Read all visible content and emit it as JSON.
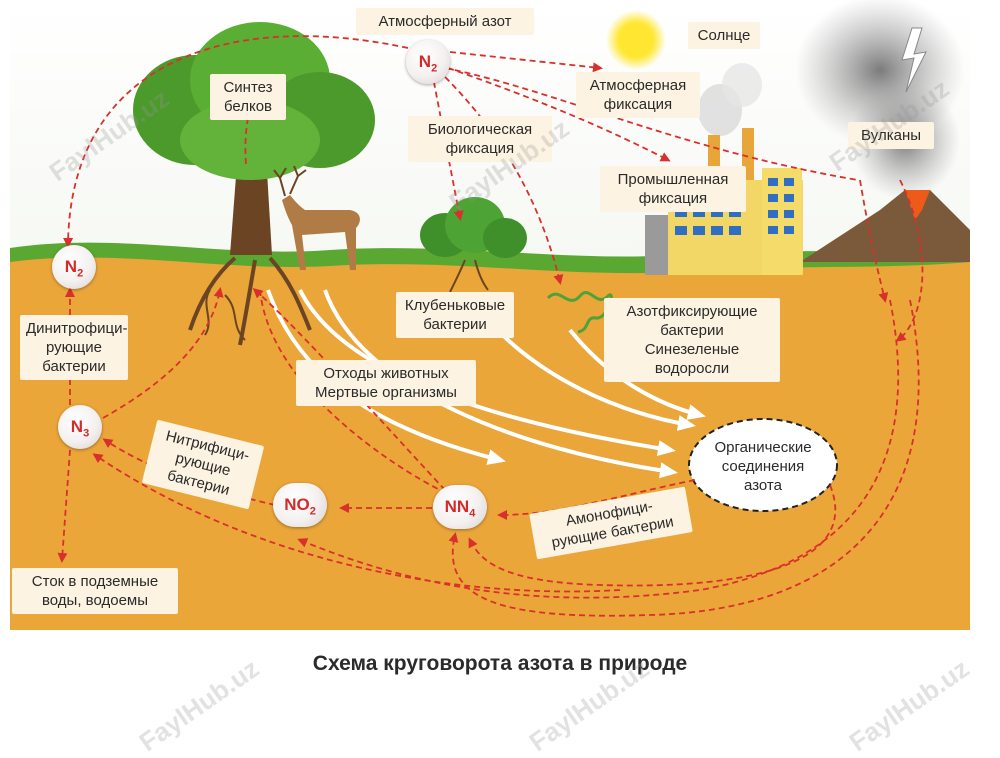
{
  "diagram": {
    "labels": {
      "atmospheric_nitrogen": "Атмосферный азот",
      "sun": "Солнце",
      "protein_synthesis": "Синтез\nбелков",
      "biological_fixation": "Биологическая\nфиксация",
      "atmospheric_fixation": "Атмосферная\nфиксация",
      "industrial_fixation": "Промышленная\nфиксация",
      "volcanoes": "Вулканы",
      "denitrifying_bacteria": "Динитрофици-\nрующие\nбактерии",
      "nodule_bacteria": "Клубеньковые\nбактерии",
      "nitrogen_fixing_bacteria": "Азотфиксирующие\nбактерии\nСинезеленые\nводоросли",
      "animal_waste": "Отходы животных\nМертвые организмы",
      "organic_compounds": "Органические\nсоединения\nазота",
      "nitrifying_bacteria": "Нитрифици-\nрующие\nбактерии",
      "ammonifying_bacteria": "Амонофици-\nрующие бактерии",
      "runoff": "Сток в подземные\nводы, водоемы"
    },
    "nodes": {
      "n2_top": {
        "main": "N",
        "sub": "2"
      },
      "n2_left": {
        "main": "N",
        "sub": "2"
      },
      "n3": {
        "main": "N",
        "sub": "3"
      },
      "no2": {
        "main": "NO",
        "sub": "2"
      },
      "nn4": {
        "main": "NN",
        "sub": "4"
      }
    },
    "caption": "Схема круговорота азота в природе",
    "watermark": "FaylHub.uz",
    "colors": {
      "soil": "#eba63a",
      "sky": "#ffffff",
      "grass": "#5aa832",
      "arrow_red": "#d8302c",
      "arrow_white": "#ffffff",
      "node_text": "#d42a2a",
      "label_bg": "#fdf3e2"
    }
  }
}
